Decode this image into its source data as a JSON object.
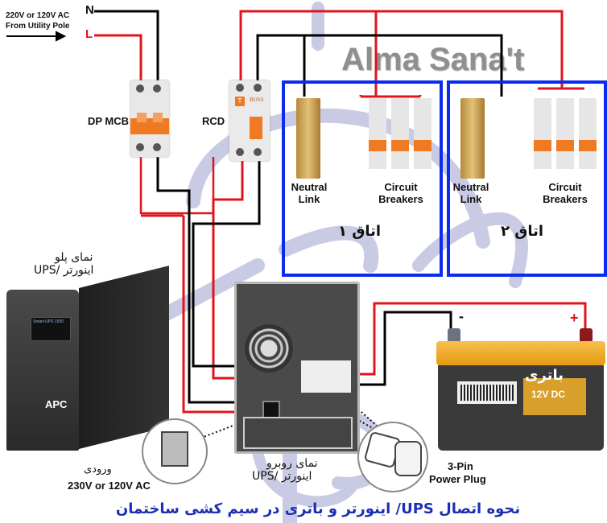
{
  "watermark": "Alma Sana't",
  "source": {
    "label_line1": "220V or 120V AC",
    "label_line2": "From Utility Pole",
    "neutral_label": "N",
    "live_label": "L"
  },
  "devices": {
    "dp_mcb": "DP MCB",
    "rcd": "RCD",
    "rcd_brand": "BOSS",
    "rcd_test": "T",
    "mcb_on": "ON"
  },
  "rooms": [
    {
      "title": "اتاق ۱",
      "neutral_label_1": "Neutral",
      "neutral_label_2": "Link",
      "breakers_label_1": "Circuit",
      "breakers_label_2": "Breakers"
    },
    {
      "title": "اتاق ۲",
      "neutral_label_1": "Neutral",
      "neutral_label_2": "Link",
      "breakers_label_1": "Circuit",
      "breakers_label_2": "Breakers"
    }
  ],
  "ups_front": {
    "caption_line1": "نمای پلو",
    "caption_line2": "UPS/ اینورتر",
    "brand": "APC",
    "model": "Smart-UPS 1500"
  },
  "ups_back": {
    "caption_line1": "نمای روبرو",
    "caption_line2": "UPS/ اینورتر"
  },
  "input": {
    "caption_line1": "ورودی",
    "caption_line2": "230V or 120V AC"
  },
  "plug": {
    "caption_line1": "3-Pin",
    "caption_line2": "Power Plug"
  },
  "battery": {
    "label_fa": "باتری",
    "label_en": "12V DC",
    "negative": "-",
    "positive": "+"
  },
  "footer": {
    "title": "نحوه اتصال UPS/ اینورتر و باتری در سیم کشی ساختمان"
  },
  "colors": {
    "live": "#e0141b",
    "neutral": "#000000",
    "room_border": "#0a2cf0",
    "footer_text": "#1b2fb5",
    "battery_top": "#f2a81c",
    "battery_body": "#3a3a3a",
    "mcb_orange": "#f07a22"
  }
}
